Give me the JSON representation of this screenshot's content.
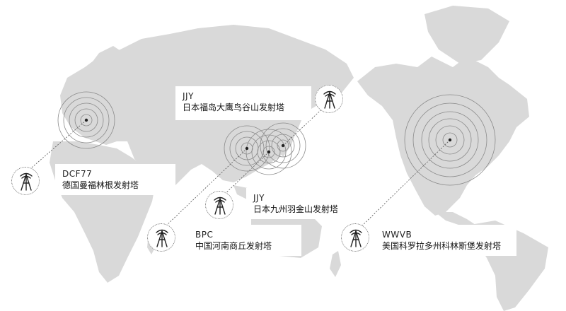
{
  "stations": [
    {
      "id": "dcf77",
      "code": "DCF77",
      "name": "德国曼福林根发射塔"
    },
    {
      "id": "jjy_fukushima",
      "code": "JJY",
      "name": "日本福岛大鹰鸟谷山发射塔"
    },
    {
      "id": "jjy_kyushu",
      "code": "JJY",
      "name": "日本九州羽金山发射塔"
    },
    {
      "id": "bpc",
      "code": "BPC",
      "name": "中国河南商丘发射塔"
    },
    {
      "id": "wwvb",
      "code": "WWVB",
      "name": "美国科罗拉多州科林斯堡发射塔"
    }
  ],
  "colors": {
    "land": "#d9d9d9",
    "ring": "#8a8a8a",
    "line": "#555555",
    "center": "#222222",
    "background": "#ffffff"
  },
  "icons": {
    "tower": "radio-tower-icon"
  }
}
